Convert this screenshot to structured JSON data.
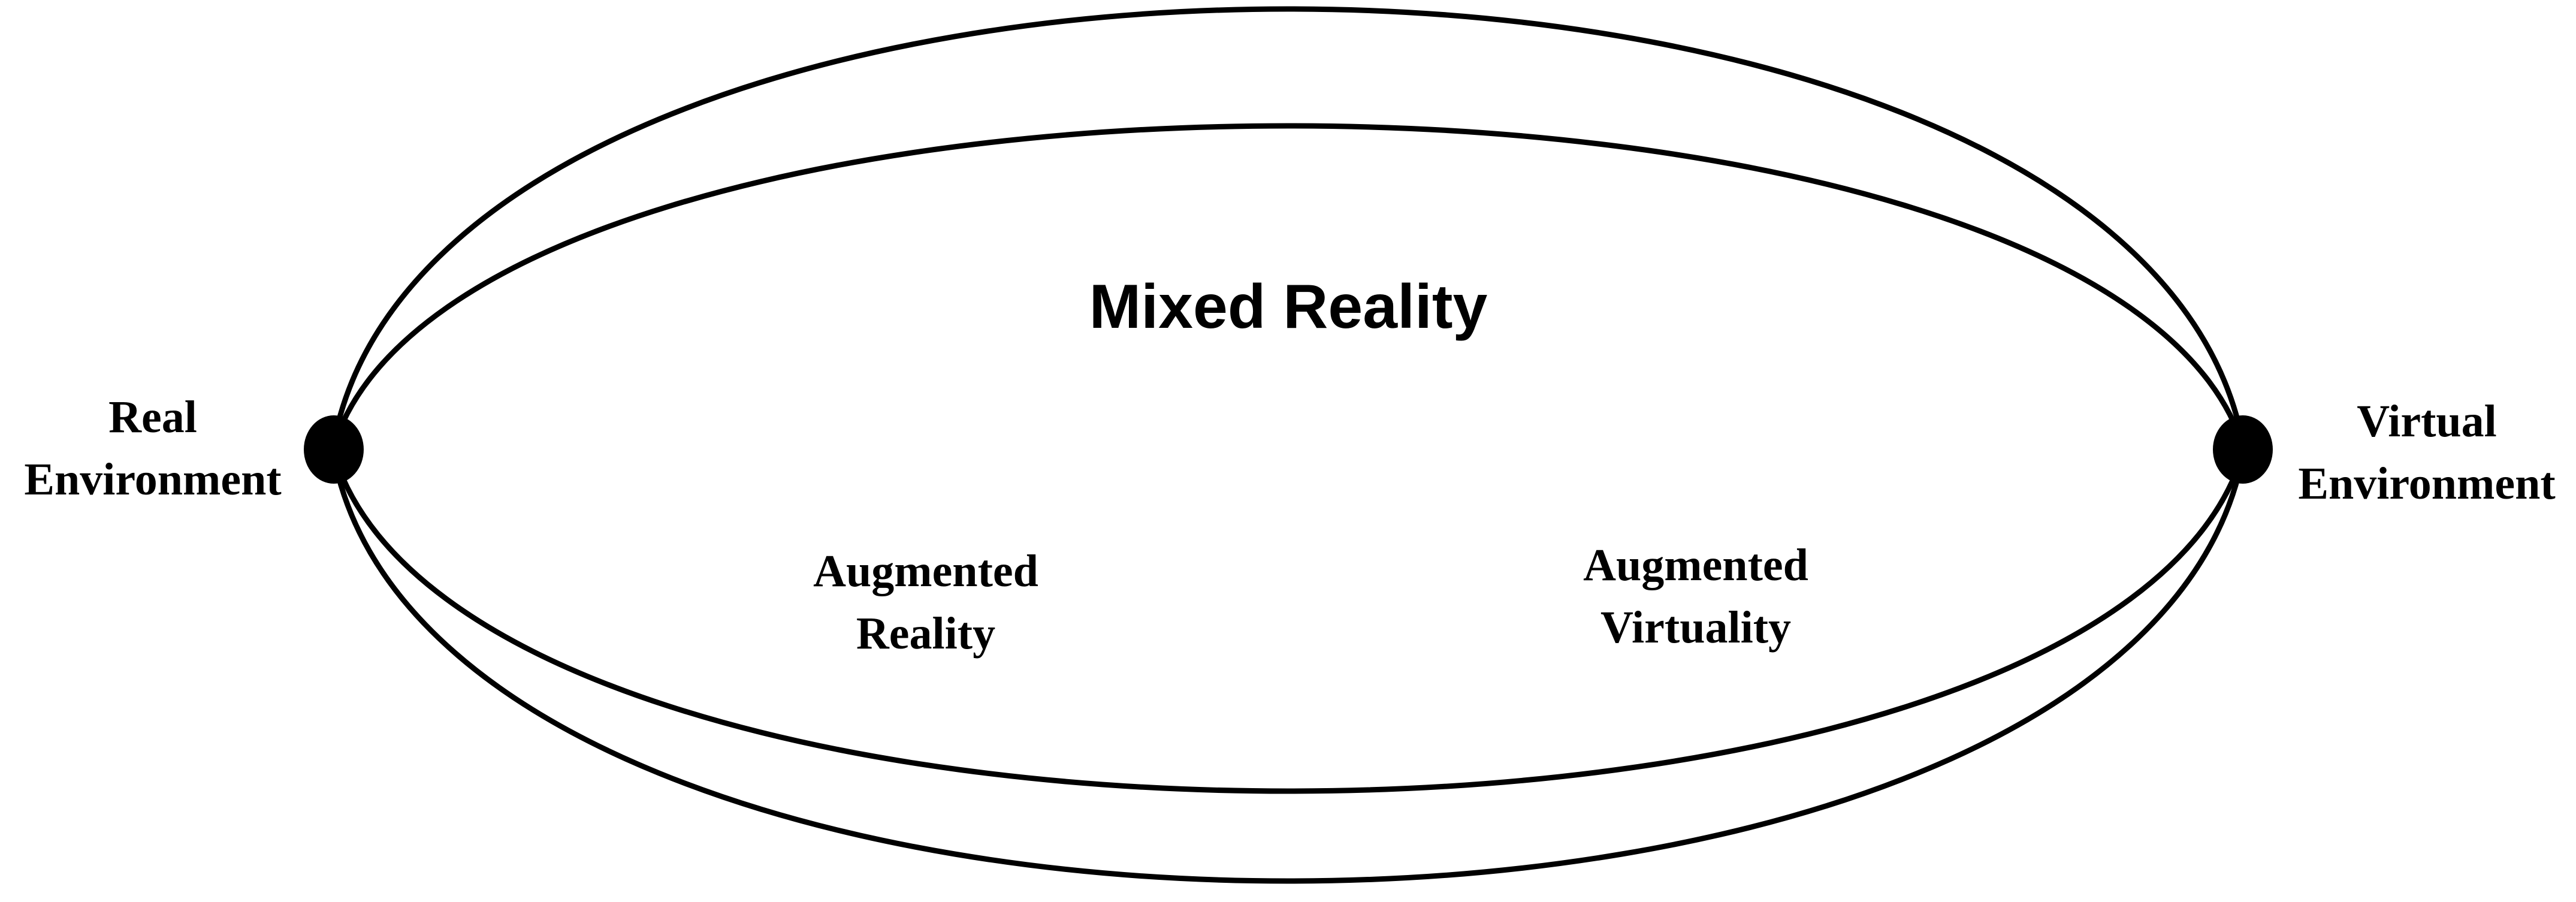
{
  "diagram": {
    "title": "Mixed Reality",
    "left_endpoint": {
      "line1": "Real",
      "line2": "Environment"
    },
    "right_endpoint": {
      "line1": "Virtual",
      "line2": "Environment"
    },
    "left_region": {
      "line1": "Augmented",
      "line2": "Reality"
    },
    "right_region": {
      "line1": "Augmented",
      "line2": "Virtuality"
    },
    "stroke_color": "#000000",
    "background_color": "#ffffff"
  }
}
